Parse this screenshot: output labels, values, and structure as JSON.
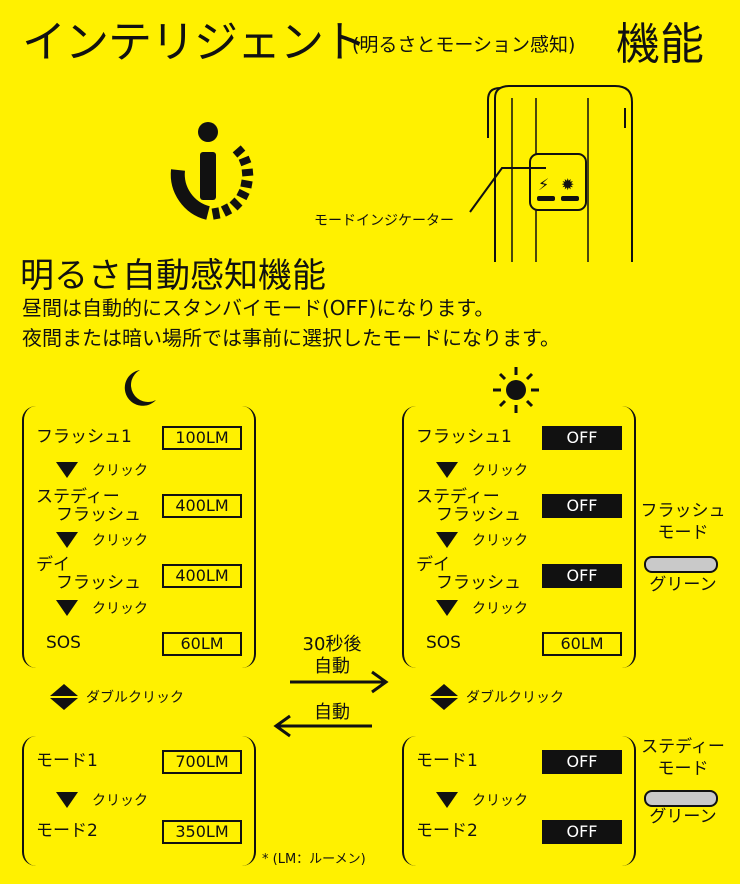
{
  "header": {
    "title": "インテリジェント",
    "subtitle": "(明るさとモーション感知)",
    "title_tail": "機能"
  },
  "indicator": {
    "label": "モードインジケーター"
  },
  "section": {
    "heading": "明るさ自動感知機能",
    "line1": "昼間は自動的にスタンバイモード(OFF)になります。",
    "line2": "夜間または暗い場所では事前に選択したモードになります。"
  },
  "night": {
    "flash": {
      "modes": [
        {
          "name": "フラッシュ1",
          "value": "100LM"
        },
        {
          "name_line1": "ステディー",
          "name_line2": "フラッシュ",
          "value": "400LM"
        },
        {
          "name_line1": "デイ",
          "name_line2": "フラッシュ",
          "value": "400LM"
        },
        {
          "name": "SOS",
          "value": "60LM"
        }
      ]
    },
    "steady": {
      "modes": [
        {
          "name": "モード1",
          "value": "700LM"
        },
        {
          "name": "モード2",
          "value": "350LM"
        }
      ]
    }
  },
  "day": {
    "flash": {
      "modes": [
        {
          "name": "フラッシュ1",
          "value": "OFF"
        },
        {
          "name_line1": "ステディー",
          "name_line2": "フラッシュ",
          "value": "OFF"
        },
        {
          "name_line1": "デイ",
          "name_line2": "フラッシュ",
          "value": "OFF"
        },
        {
          "name": "SOS",
          "value": "60LM"
        }
      ],
      "side_label_line1": "フラッシュ",
      "side_label_line2": "モード",
      "indicator_color": "グリーン"
    },
    "steady": {
      "modes": [
        {
          "name": "モード1",
          "value": "OFF"
        },
        {
          "name": "モード2",
          "value": "OFF"
        }
      ],
      "side_label_line1": "ステディー",
      "side_label_line2": "モード",
      "indicator_color": "グリーン"
    }
  },
  "labels": {
    "click": "クリック",
    "double_click": "ダブルクリック"
  },
  "transition": {
    "to_day_line1": "30秒後",
    "to_day_line2": "自動",
    "to_night": "自動"
  },
  "footnote": "* (LM：ルーメン)",
  "colors": {
    "background": "#FFF100",
    "ink": "#111111",
    "pill": "#C9C9C9"
  }
}
